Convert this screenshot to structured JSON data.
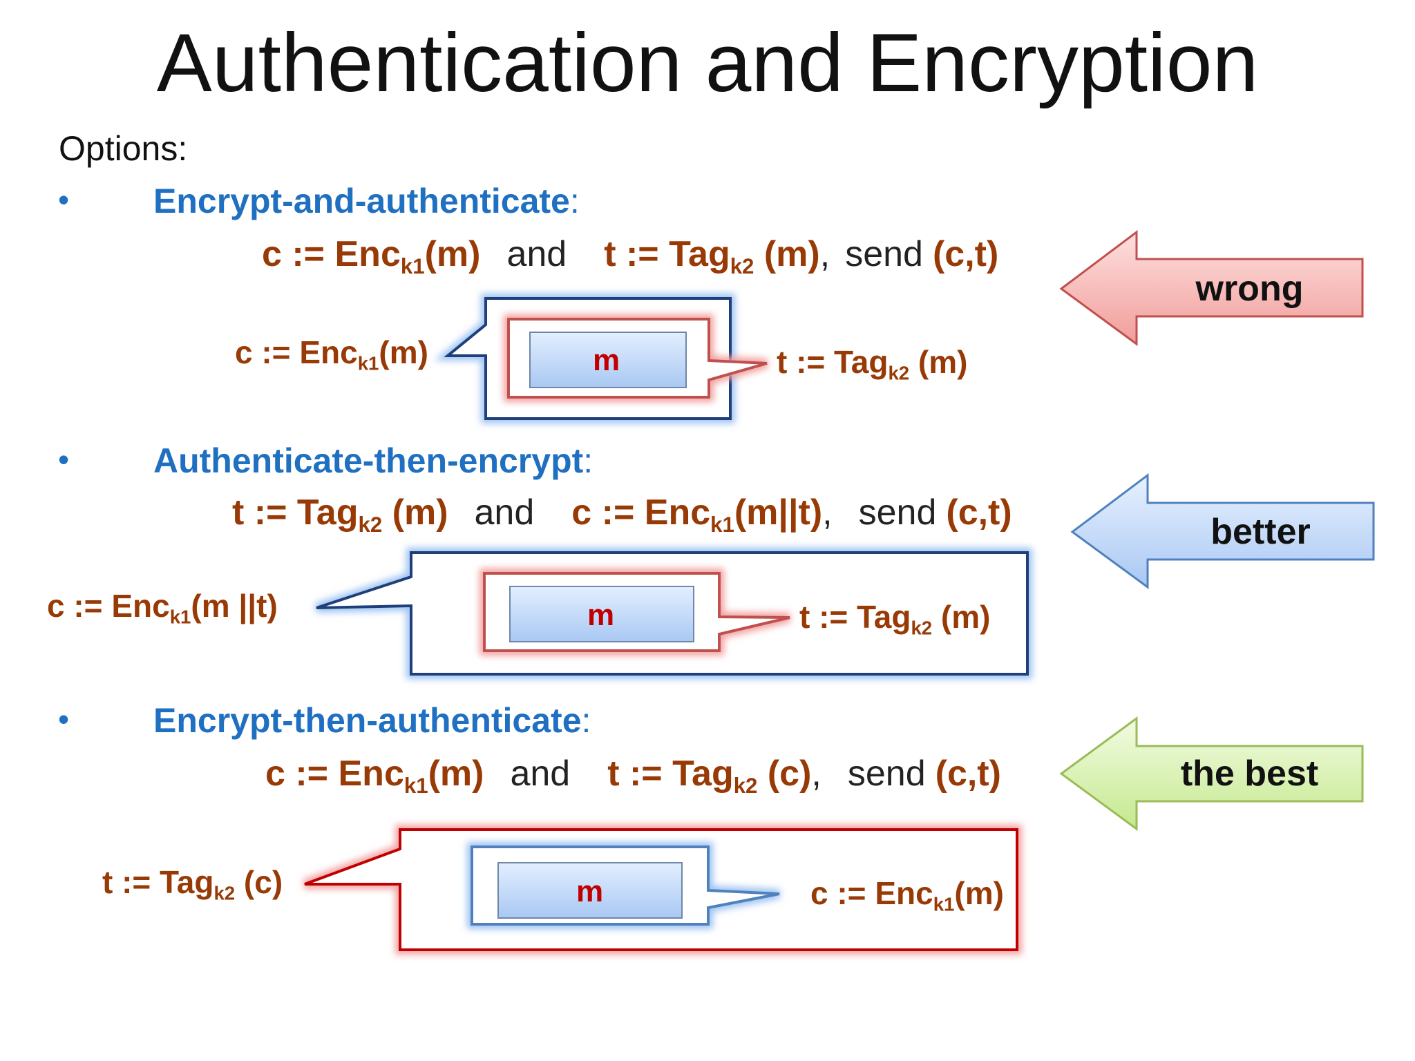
{
  "title": "Authentication and Encryption",
  "intro": "Options:",
  "bullet_char": "•",
  "sections": [
    {
      "heading": "Encrypt-and-authenticate",
      "heading_colon": ":",
      "formula": {
        "c_lhs": "c := Enc",
        "c_sub": "k1",
        "c_rhs": "(m)",
        "and": "and",
        "t_lhs": "t := Tag",
        "t_sub": "k2",
        "t_rhs": " (m)",
        "comma": ",",
        "send": "send",
        "pair": "(c,t)"
      },
      "diagram": {
        "outer": {
          "text": "c := Enc",
          "sub": "k1",
          "rest": "(m)"
        },
        "inner": {
          "text": "t := Tag",
          "sub": "k2",
          "rest": " (m)"
        },
        "message": "m"
      },
      "verdict": "wrong"
    },
    {
      "heading": "Authenticate-then-encrypt",
      "heading_colon": ":",
      "formula": {
        "t_lhs": "t := Tag",
        "t_sub": "k2",
        "t_rhs": " (m)",
        "and": "and",
        "c_lhs": "c := Enc",
        "c_sub": "k1",
        "c_rhs": "(m||t)",
        "comma": ",",
        "send": "send",
        "pair": "(c,t)"
      },
      "diagram": {
        "outer": {
          "text": "c := Enc",
          "sub": "k1",
          "rest": "(m ||t)"
        },
        "inner": {
          "text": "t := Tag",
          "sub": "k2",
          "rest": " (m)"
        },
        "message": "m"
      },
      "verdict": "better"
    },
    {
      "heading": "Encrypt-then-authenticate",
      "heading_colon": ":",
      "formula": {
        "c_lhs": "c := Enc",
        "c_sub": "k1",
        "c_rhs": "(m)",
        "and": "and",
        "t_lhs": "t := Tag",
        "t_sub": "k2",
        "t_rhs": " (c)",
        "comma": ",",
        "send": "send",
        "pair": "(c,t)"
      },
      "diagram": {
        "outer": {
          "text": "t := Tag",
          "sub": "k2",
          "rest": " (c)"
        },
        "inner": {
          "text": "c := Enc",
          "sub": "k1",
          "rest": "(m)"
        },
        "message": "m"
      },
      "verdict": "the best"
    }
  ],
  "colors": {
    "blue_heading": "#1f70c1",
    "formula_brown": "#983a06",
    "red_box": "#c0504d",
    "dark_red_box": "#c00000",
    "blue_box": "#1f3f7a",
    "arrow_red": "#f4a6a4",
    "arrow_blue": "#b9d3f5",
    "arrow_green": "#d6f0a8"
  }
}
